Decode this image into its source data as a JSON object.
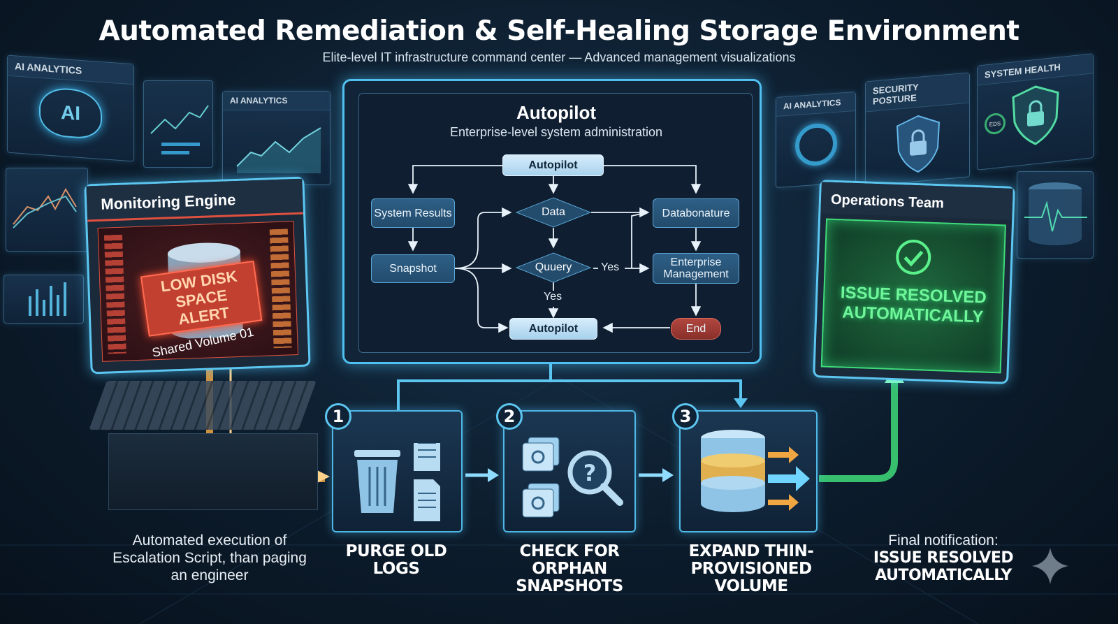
{
  "header": {
    "title": "Automated Remediation & Self-Healing Storage Environment",
    "subtitle": "Elite-level IT infrastructure command center — Advanced management visualizations"
  },
  "background_panels": {
    "left_ai_analytics_1": "AI ANALYTICS",
    "ai_badge": "AI",
    "left_ai_analytics_2": "AI ANALYTICS",
    "right_ai_analytics": "AI ANALYTICS",
    "security_posture": "SECURITY POSTURE",
    "system_health": "SYSTEM HEALTH",
    "eds_badge": "EDS"
  },
  "monitoring_engine": {
    "title": "Monitoring Engine",
    "alert": "LOW DISK SPACE ALERT",
    "volume": "Shared Volume 01",
    "color_alert": "#e0503f"
  },
  "flowchart": {
    "title": "Autopilot",
    "subtitle": "Enterprise-level system administration",
    "nodes": {
      "autopilot_top": "Autopilot",
      "system_results": "System Results",
      "data": "Data",
      "databonature": "Databonature",
      "snapshot": "Snapshot",
      "quuery": "Quuery",
      "enterprise_management": "Enterprise Management",
      "autopilot_bottom": "Autopilot",
      "end": "End"
    },
    "edge_labels": {
      "yes_right": "Yes",
      "yes_down": "Yes"
    }
  },
  "operations_team": {
    "title": "Operations Team",
    "status": "ISSUE RESOLVED AUTOMATICALLY",
    "color_success": "#3fdc7a"
  },
  "steps": [
    {
      "number": "1",
      "label": "PURGE OLD LOGS"
    },
    {
      "number": "2",
      "label": "CHECK FOR ORPHAN SNAPSHOTS"
    },
    {
      "number": "3",
      "label": "EXPAND THIN-PROVISIONED VOLUME"
    }
  ],
  "captions": {
    "left": "Automated execution of Escalation Script, than paging an engineer",
    "right_label": "Final notification:",
    "right_status": "ISSUE RESOLVED AUTOMATICALLY"
  },
  "colors": {
    "accent": "#4fc0ef",
    "orange": "#f5a742",
    "green": "#3fdc7a"
  }
}
